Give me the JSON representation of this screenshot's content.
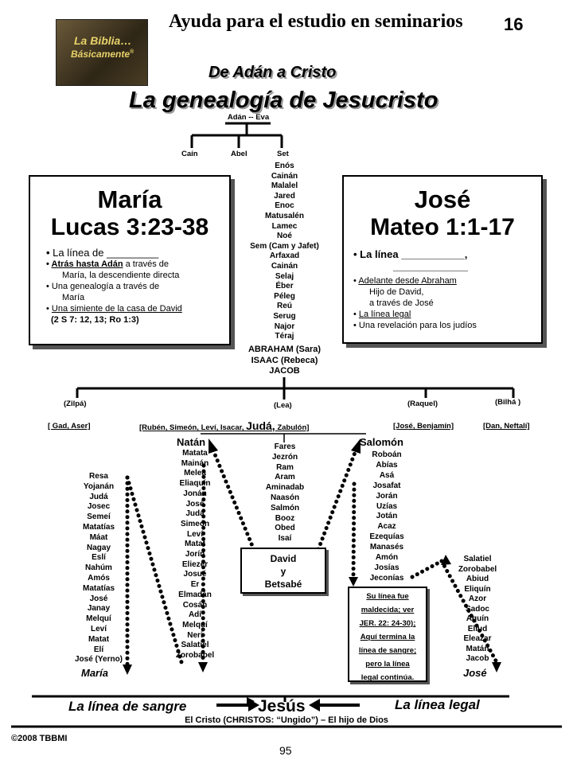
{
  "header": {
    "logo_line1": "La Biblia…",
    "logo_line2": "Básicamente",
    "logo_mark": "®",
    "series_title": "Ayuda para el estudio en seminarios",
    "page_number": "16",
    "subtitle": "De Adán a Cristo",
    "title": "La genealogía de Jesucristo"
  },
  "top": {
    "parents": "Adán -- Eva",
    "sons": [
      "Caín",
      "Abel",
      "Set"
    ],
    "patriarchs": [
      "Enós",
      "Cainán",
      "Malalel",
      "Jared",
      "Enoc",
      "Matusalén",
      "Lamec",
      "Noé",
      "Sem (Cam y Jafet)",
      "Arfaxad",
      "Cainán",
      "Selaj",
      "Éber",
      "Péleg",
      "Reú",
      "Serug",
      "Najor",
      "Téraj"
    ],
    "fathers": [
      "ABRAHAM (Sara)",
      "ISAAC (Rebeca)",
      "JACOB"
    ]
  },
  "maria_box": {
    "name": "María",
    "ref": "Lucas 3:23-38",
    "line_of": "La línea de _________",
    "back_to_u": "Atrás hasta Adán",
    "back_to_rest": "a través de",
    "back_to_cont": "María, la  descendiente directa",
    "genealogy": "Una genealogía a través de",
    "genealogy_cont": "María",
    "seed_u": "Una simiente de la casa de David",
    "seed_ref": "(2 S 7: 12, 13;  Ro 1:3)"
  },
  "jose_box": {
    "name": "José",
    "ref": "Mateo 1:1-17",
    "line_of": "La línea  ___________,",
    "blank": "_____________",
    "forward_u": "Adelante desde Abraham",
    "son_of_david": "Hijo de David,",
    "through_jose": "a través de José",
    "legal_u": "La línea legal",
    "revelation": "Una revelación para los judíos"
  },
  "mothers": {
    "zilpa": "(Zilpá)",
    "lea": "(Lea)",
    "raquel": "(Raquel)",
    "bilha": "(Bilhá )"
  },
  "tribes": {
    "zilpa_sons": "[ Gad, Aser]",
    "lea_sons_a": "[Rubén, Simeón, Leví, Isacar,",
    "juda": "Judá,",
    "lea_sons_b": "Zabulón]",
    "raquel_sons": "[José, Benjamín]",
    "bilha_sons": "[Dan, Neftalí]"
  },
  "juda_line": [
    "Fares",
    "Jezrón",
    "Ram",
    "Aram",
    "Aminadab",
    "Naasón",
    "Salmón",
    "Booz",
    "Obed",
    "Isaí"
  ],
  "david_box": [
    "David",
    "y",
    "Betsabé"
  ],
  "natan": {
    "head": "Natán",
    "names": [
      "Matata",
      "Mainán",
      "Melea",
      "Eliaquín",
      "Jonán",
      "José",
      "Judá",
      "Simeón",
      "Leví",
      "Matat",
      "Jorín",
      "Eliezer",
      "Josué",
      "Er",
      "Elmadán",
      "Cosán",
      "Adí",
      "Melquí",
      "Neri",
      "Salatiel",
      "Zorobabel"
    ]
  },
  "maria_line": {
    "names": [
      "Resa",
      "Yojanán",
      "Judá",
      "Josec",
      "Semeí",
      "Matatías",
      "Máat",
      "Nagay",
      "Eslí",
      "Nahúm",
      "Amós",
      "Matatías",
      "José",
      "Janay",
      "Melquí",
      "Leví",
      "Matat",
      "Elí",
      "José (Yerno)"
    ],
    "end": "María"
  },
  "salomon": {
    "head": "Salomón",
    "names": [
      "Roboán",
      "Abías",
      "Asá",
      "Josafat",
      "Jorán",
      "Uzías",
      "Jotán",
      "Acaz",
      "Ezequías",
      "Manasés",
      "Amón",
      "Josías",
      "Jeconías"
    ]
  },
  "curse_box": [
    "Su línea fue",
    "maldecida; ver",
    "JER. 22: 24-30);",
    "Aquí termina la",
    "línea de sangre;",
    "pero la línea",
    "legal continúa."
  ],
  "jose_line": {
    "names": [
      "Salatiel",
      "Zorobabel",
      "Abiud",
      "Eliquín",
      "Azor",
      "Sadoc",
      "Aquín",
      "Eliud",
      "Eleazar",
      "Matán",
      "Jacob"
    ],
    "end": "José"
  },
  "bottom": {
    "blood_line": "La línea de sangre",
    "jesus": "Jesús",
    "legal_line": "La línea legal",
    "christ": "El Cristo (CHRISTOS: “Ungido”) – El hijo de Dios"
  },
  "footer": {
    "copyright": "©2008 TBBMI",
    "page": "95"
  }
}
